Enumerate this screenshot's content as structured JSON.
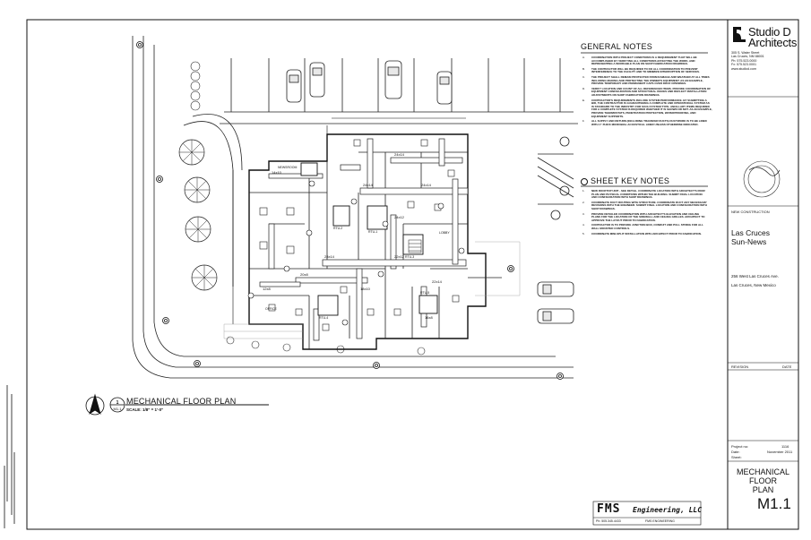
{
  "architect": {
    "name_line1": "Studio D",
    "name_line2": "Architects",
    "address_lines": [
      "305 S. Water Street",
      "Las Cruces, NM 88001",
      "Ph: 575.523.0000",
      "Fx: 575.523.0001",
      "www.studiod.com"
    ]
  },
  "general_notes": {
    "title": "GENERAL NOTES",
    "items": [
      {
        "num": "A.",
        "text": "COORDINATION WITH PROJECT CONDITIONS IS A REQUIREMENT THAT WILL BE ACCOMPLISHED BY VERIFYING ALL CONDITIONS AFFECTING THE WORK, AND REPRESENTING A WORKABLE PLAN ON SHOP FABRICATION DRAWINGS."
      },
      {
        "num": "B.",
        "text": "THE CONTRACTOR WILL BE REQUIRED TO DO ALL COORDINATION TO PREVENT INTERFERENCE TO THE FACILITY AND TO MINIMIZE INTERRUPTION OF SERVICES."
      },
      {
        "num": "C.",
        "text": "THE PROJECT SHALL REMAIN PROTECTED FROM DAMAGE AND WEATHER AT ALL TIMES INCLUDING MAKING AND PROTECTING THE OWNER'S EQUIPMENT. AS AN EXAMPLE, PROVIDE TEMPORARY AND PERMANENT CAPS OVER ROOF OPENINGS."
      },
      {
        "num": "D.",
        "text": "VERIFY LOCATION AND COUNT OF ALL REFERENCED ITEMS. PROVIDE COORDINATION OF EQUIPMENT CONFIGURATION AND STRUCTURAL ISSUES AND REFLECT INSTALLATION ADJUSTMENTS ON SHOP FABRICATION DRAWINGS."
      },
      {
        "num": "E.",
        "text": "CONTRACTOR'S REQUIREMENTS INCLUDE SYSTEM PERFORMANCE. BY SUBMITTING A BID, THE CONTRACTOR IS GUARANTEEING A COMPLETE AND OPERATIONAL SYSTEM AS IS STANDARD TO THE INDUSTRY FOR SUCH SYSTEM TYPE. ANCILLARY ITEMS REQUIRED FOR A COMPLETE SYSTEM IS REQUIRED WHETHER IT IS SHOWN OR NOT. AS AN EXAMPLE, PROVIDE THERMOSTATS, PENETRATION PROTECTION, WATERPROOFING, AND EQUIPMENT SUPPORTS."
      },
      {
        "num": "F.",
        "text": "ALL SUPPLY AND RETURN (INCLUDING TRANSFER DUCTS) DUCTWORK IS TO BE LINED WITH 1\"-THICK MICROBIAL ACOUSTICAL LINER UNLESS OTHERWISE INDICATED."
      }
    ]
  },
  "sheet_key_notes": {
    "title": "SHEET KEY NOTES",
    "items": [
      {
        "num": "1.",
        "text": "NEW ROOFTOP UNIT - SEE DETAIL. COORDINATE LOCATION WITH ARCHITECT'S ROOF PLAN AND PHYSICAL CONDITIONS WITHIN THE BUILDING. SUBMIT FINAL LOCATION AND CONFIGURATION WITH SHOP DRAWINGS."
      },
      {
        "num": "2.",
        "text": "COORDINATE DUCT ROUTING WITH STRUCTURE. COORDINATE DUCT ANY NECESSARY REVISIONS WITH THE ENGINEER. SUBMIT FINAL LOCATION AND CONFIGURATION WITH SHOP DRAWINGS."
      },
      {
        "num": "3.",
        "text": "PROVIDE DETAILED COORDINATION WITH ARCHITECT'S ELEVATION AND CEILING PLANS FOR THE LOCATION OF THE SIDEWALL AND CEILING GRILLES. ARCHITECT TO APPROVE THE LAYOUT PRIOR TO FABRICATION."
      },
      {
        "num": "4.",
        "text": "CONTRACTOR IS TO PROVIDE JUNCTION BOX, CONDUIT AND PULL STRING FOR ALL WALL MOUNTED CONTROLS."
      },
      {
        "num": "5.",
        "text": "COORDINATE MINI-SPLIT INSTALLATION WITH ARCHITECT PRIOR TO FABRICATION."
      }
    ]
  },
  "drawing_title": {
    "number": "1",
    "sheet_ref": "M1.1",
    "title": "MECHANICAL FLOOR PLAN",
    "scale": "SCALE: 1/8\" = 1'-0\""
  },
  "project": {
    "category": "NEW CONSTRUCTION",
    "name_line1": "Las Cruces",
    "name_line2": "Sun-News",
    "address_line1": "256 West Las Cruces Ave.",
    "address_line2": "Las Cruces, New Mexico"
  },
  "revision": {
    "label": "REVISION",
    "date_label": "DATE"
  },
  "info": {
    "project_no_label": "Project no:",
    "project_no": "1116",
    "date_label": "Date:",
    "date": "November 2011",
    "sheet_label": "Sheet:"
  },
  "sheet_title": {
    "line1": "MECHANICAL",
    "line2": "FLOOR",
    "line3": "PLAN",
    "number": "M1.1"
  },
  "engineer": {
    "name": "FMS",
    "subname": "Engineering, LLC",
    "phone": "Ph: 505.345.4433",
    "contact": "FMS ENGINEERING"
  },
  "plan_labels": {
    "duct_sizes": [
      "24x14",
      "24x14",
      "24x14",
      "28x14",
      "22x12",
      "20x8",
      "24x12",
      "18x10",
      "14x10",
      "22x14",
      "12x8",
      "16x8"
    ],
    "unit_tags": [
      "RTU-1",
      "RTU-2",
      "RTU-3",
      "RTU-4",
      "RTU-5"
    ],
    "room_names": [
      "NEWSROOM",
      "LOBBY",
      "OFFICE"
    ]
  },
  "colors": {
    "line": "#1a1a1a",
    "grey": "#8a8a8a",
    "accent": "#000000"
  }
}
